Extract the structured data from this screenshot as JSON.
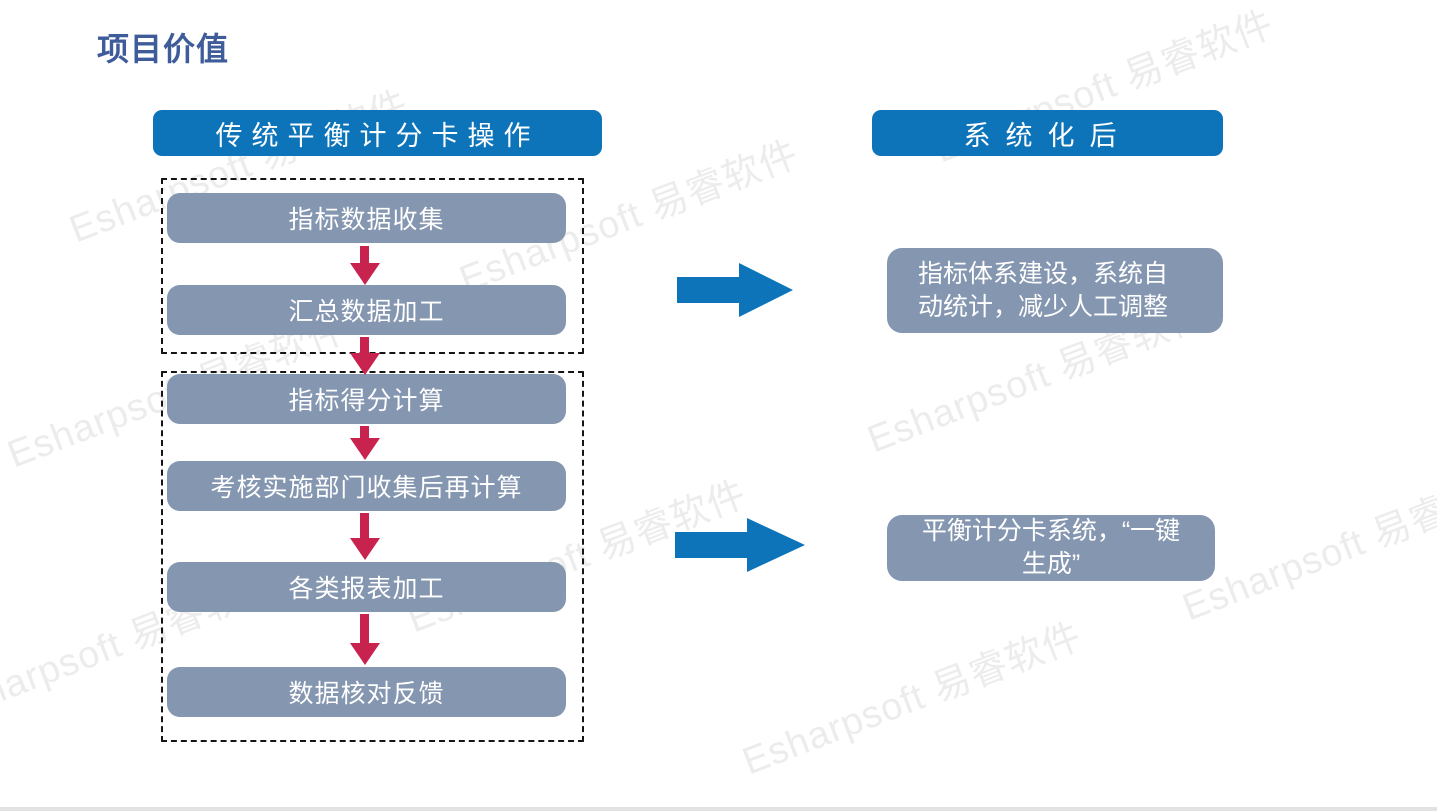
{
  "slide": {
    "title": "项目价值",
    "watermark": {
      "text": "Esharpsoft 易睿软件",
      "color": "#ececec"
    },
    "left": {
      "header": "传统平衡计分卡操作",
      "group1": [
        "指标数据收集",
        "汇总数据加工"
      ],
      "group2": [
        "指标得分计算",
        "考核实施部门收集后再计算",
        "各类报表加工",
        "数据核对反馈"
      ]
    },
    "right": {
      "header": "系统化后",
      "result1": "指标体系建设，系统自动统计，减少人工调整",
      "result2": "平衡计分卡系统，“一键生成”"
    },
    "colors": {
      "header_blue": "#0d74ba",
      "box_gray": "#8496b0",
      "flow_arrow_red": "#c7234e",
      "title_blue": "#3e5c9a"
    }
  }
}
